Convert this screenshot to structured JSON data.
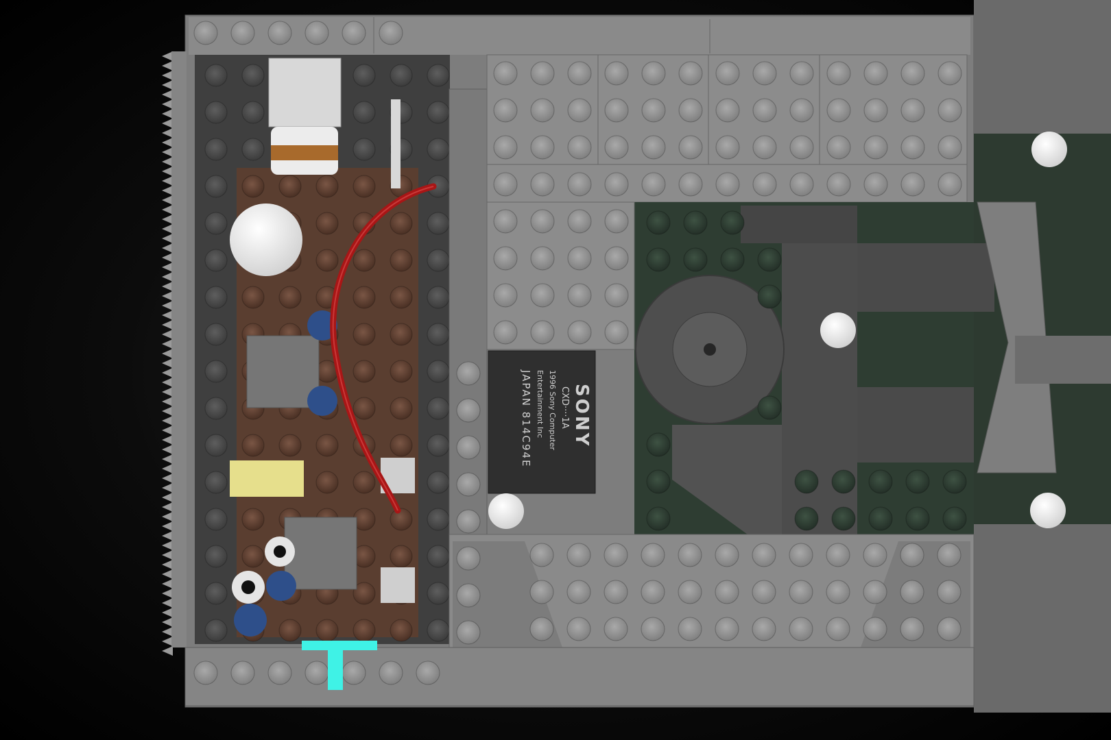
{
  "scene": {
    "subject": "lego-console-interior-render",
    "colors": {
      "background": "#000000",
      "light_gray_brick": "#8e8e8e",
      "dark_gray_brick": "#4a4a4a",
      "brown_plate": "#5a3e30",
      "dark_green_plate": "#2e3d32",
      "red_cable": "#b01818",
      "yellow_tile": "#e6df8c",
      "cyan_highlight": "#3ff2e6",
      "chip": "#2f2f2f"
    }
  },
  "chip": {
    "brand": "SONY",
    "line1": "CXD····1A",
    "line2": "1996 Sony Computer",
    "line3": "Entertainment Inc",
    "line4": "JAPAN 814C94E"
  }
}
